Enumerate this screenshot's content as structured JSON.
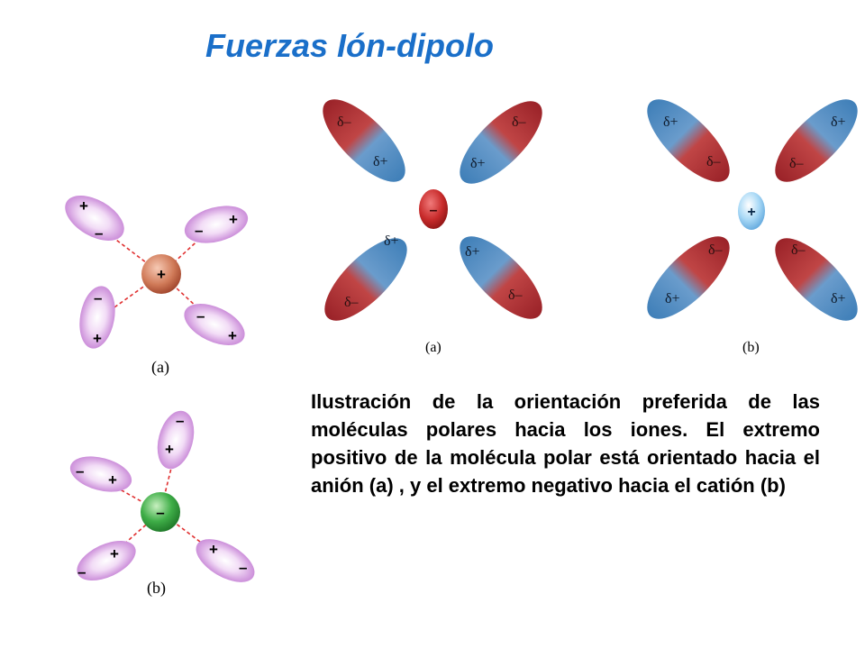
{
  "title": "Fuerzas Ión-dipolo",
  "caption": "Ilustración de la orientación preferida de las moléculas polares hacia los iones. El extremo positivo de la molécula polar está orientado hacia el anión (a) , y el extremo negativo hacia el catión (b)",
  "colors": {
    "title": "#1a6fc9",
    "dipole_left": "#cc88d9",
    "cation_left": "#cc6644",
    "anion_left": "#2e9a3a",
    "dipole_negative": "#b03434",
    "dipole_positive": "#5a93c4",
    "anion_right": "#c22e2e",
    "cation_right": "#7fc0ee",
    "bond_line": "#e03030"
  },
  "figure_left": {
    "panel_a": {
      "label": "(a)",
      "ion_charge": "+",
      "inner_sign": "–",
      "outer_sign": "+"
    },
    "panel_b": {
      "label": "(b)",
      "ion_charge": "–",
      "inner_sign": "+",
      "outer_sign": "–"
    }
  },
  "figure_right": {
    "panel_a": {
      "label": "(a)",
      "ion_charge": "–",
      "inner_label": "δ+",
      "outer_label": "δ–"
    },
    "panel_b": {
      "label": "(b)",
      "ion_charge": "+",
      "inner_label": "δ–",
      "outer_label": "δ+"
    }
  }
}
